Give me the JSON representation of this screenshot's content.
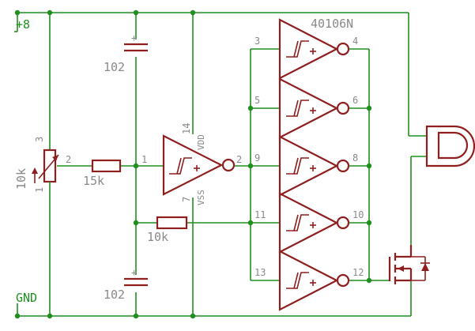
{
  "nets": {
    "vcc": "+8",
    "gnd": "GND"
  },
  "chip": {
    "name": "40106N"
  },
  "components": {
    "pot": {
      "value": "10k",
      "pins": [
        "3",
        "2",
        "1"
      ]
    },
    "r_series": {
      "value": "15k"
    },
    "r_feedback": {
      "value": "10k"
    },
    "c_top": {
      "value": "102"
    },
    "c_bottom": {
      "value": "102"
    }
  },
  "single_gate": {
    "pins": [
      "1",
      "2",
      "14",
      "7"
    ],
    "power": [
      "VDD",
      "VSS"
    ]
  },
  "gate_pins": {
    "inputs": [
      "3",
      "5",
      "9",
      "11",
      "13"
    ],
    "outputs": [
      "4",
      "6",
      "8",
      "10",
      "12"
    ]
  },
  "colors": {
    "wire": "#1f8f1f",
    "part": "#8f1f1f",
    "label": "#8a8a8a"
  }
}
